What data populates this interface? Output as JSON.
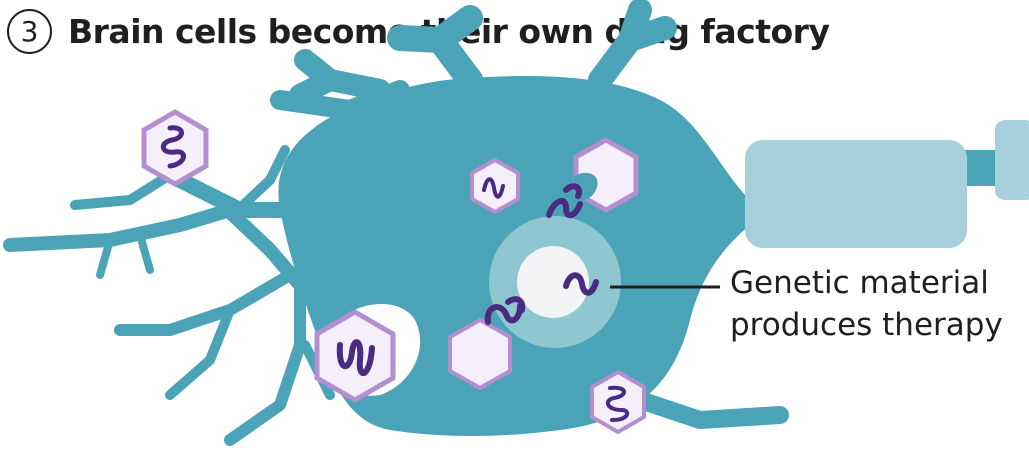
{
  "header": {
    "step_number": "3",
    "title": "Brain cells become their own drug factory"
  },
  "callout": {
    "line1": "Genetic material",
    "line2": "produces therapy"
  },
  "colors": {
    "neuron": "#4aa3b6",
    "nucleus_ring": "#8fc7d1",
    "nucleus_core": "#f2f4f5",
    "capsid_fill": "#f4effa",
    "capsid_edge": "#b48fd0",
    "genetic_material": "#4b2a82",
    "syringe_barrel": "#a6d0db",
    "text": "#1f1f1f"
  },
  "icons": [
    "neuron-cell",
    "virus-capsid",
    "genetic-material-squiggle",
    "syringe",
    "step-number-circle"
  ]
}
